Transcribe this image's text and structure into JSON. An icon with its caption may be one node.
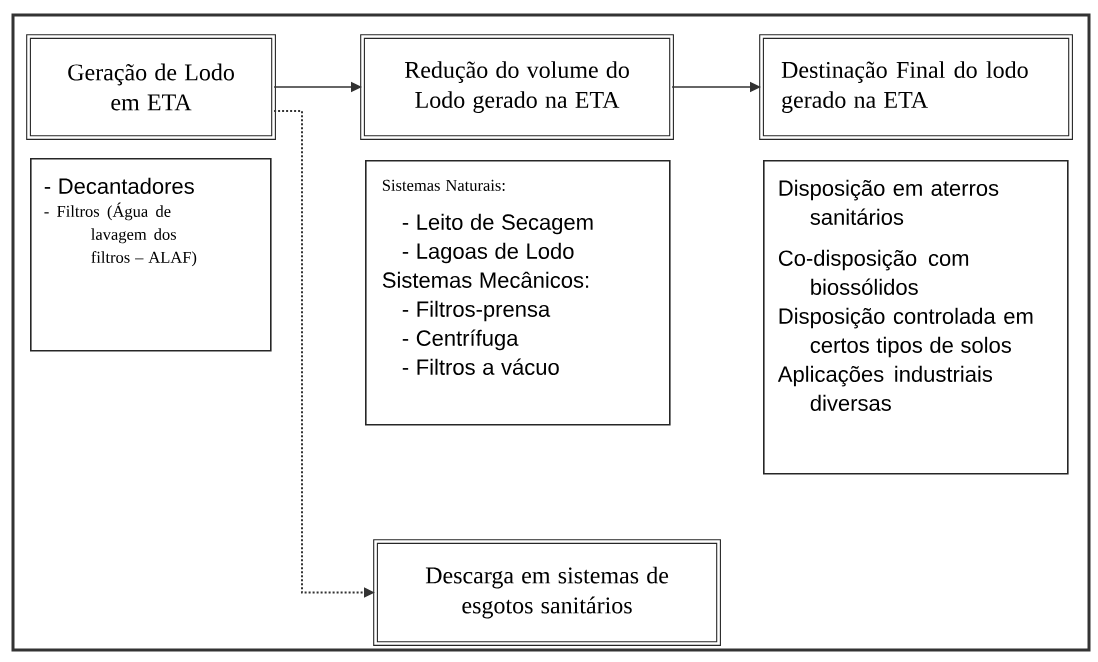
{
  "diagram": {
    "nodes": [
      {
        "text": [
          "Geração de Lodo em ETA"
        ]
      },
      {
        "text": [
          "Redução do volume do Lodo gerado na ETA"
        ]
      },
      {
        "text": [
          "Destinação Final do lodo gerado na ETA"
        ]
      },
      {
        "text": [
          "- Decantadores",
          "- Filtros (Água de lavagem dos filtros – ALAF)"
        ]
      },
      {
        "text": [
          "Sistemas Naturais:",
          "- Leito de Secagem",
          "- Lagoas de Lodo",
          "Sistemas Mecânicos:",
          "- Filtros-prensa",
          "- Centrífuga",
          "- Filtros a vácuo"
        ]
      },
      {
        "text": [
          "Disposição em aterros sanitários",
          "Co-disposição com biossólidos",
          "Disposição controlada em certos tipos de solos",
          "Aplicações industriais diversas"
        ]
      },
      {
        "text": [
          "Descarga em sistemas de esgotos sanitários"
        ]
      }
    ],
    "edges": [
      {
        "from": 0,
        "to": 1,
        "arrow": "to"
      },
      {
        "from": 1,
        "to": 2,
        "arrow": "to"
      },
      {
        "from": 0,
        "to": 6,
        "arrow": "to",
        "style": "dashed"
      }
    ]
  }
}
